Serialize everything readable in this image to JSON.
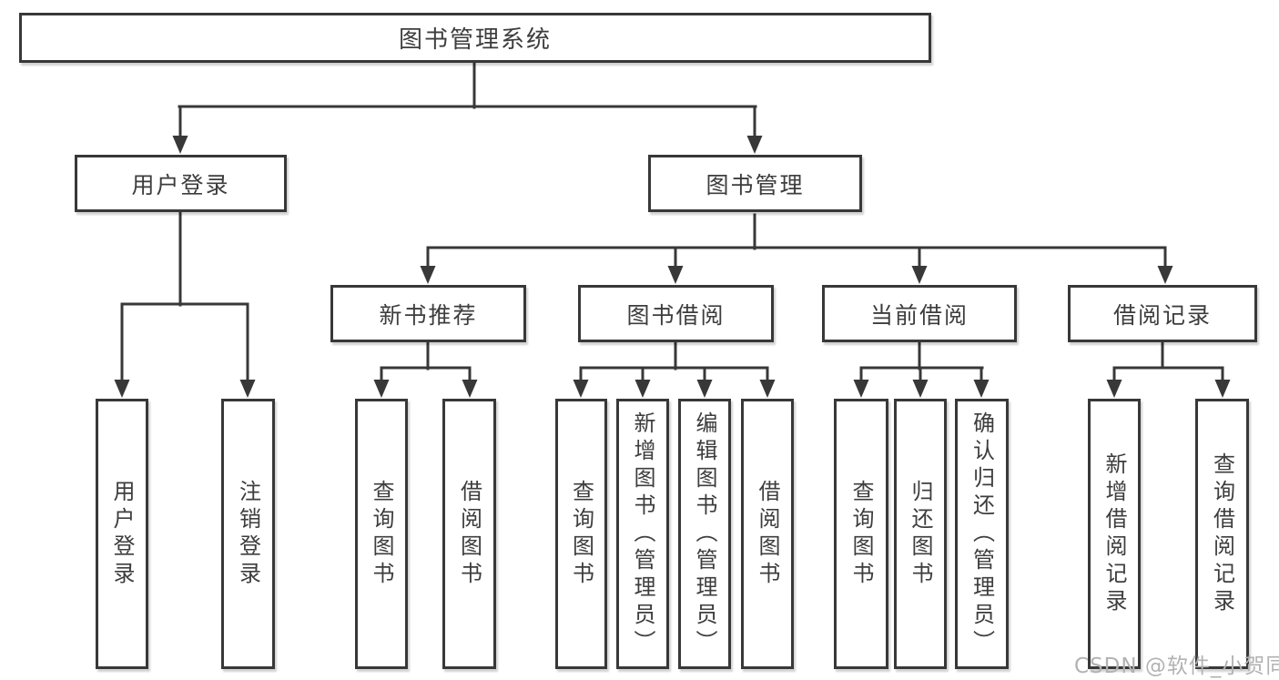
{
  "diagram": {
    "root": {
      "label": "图书管理系统"
    },
    "branches": [
      {
        "label": "用户登录",
        "children": [
          {
            "label": "用户登录"
          },
          {
            "label": "注销登录"
          }
        ]
      },
      {
        "label": "图书管理",
        "children": [
          {
            "label": "新书推荐",
            "children": [
              {
                "label": "查询图书"
              },
              {
                "label": "借阅图书"
              }
            ]
          },
          {
            "label": "图书借阅",
            "children": [
              {
                "label": "查询图书"
              },
              {
                "label": "新增图书（管理员）"
              },
              {
                "label": "编辑图书（管理员）"
              },
              {
                "label": "借阅图书"
              }
            ]
          },
          {
            "label": "当前借阅",
            "children": [
              {
                "label": "查询图书"
              },
              {
                "label": "归还图书"
              },
              {
                "label": "确认归还（管理员）"
              }
            ]
          },
          {
            "label": "借阅记录",
            "children": [
              {
                "label": "新增借阅记录"
              },
              {
                "label": "查询借阅记录"
              }
            ]
          }
        ]
      }
    ],
    "watermark": "CSDN @软件_小贺同学",
    "colors": {
      "line": "#383838",
      "box_border": "#383838",
      "text": "#3d3d3d",
      "watermark": "#b2b2b2",
      "background": "#ffffff"
    }
  }
}
